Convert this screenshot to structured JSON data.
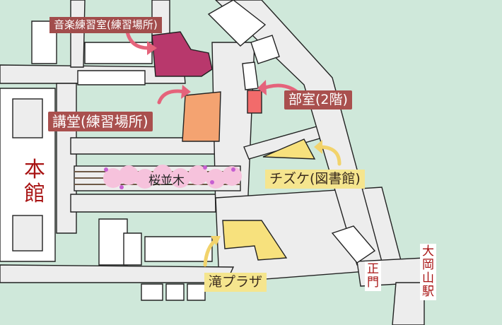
{
  "map": {
    "colors": {
      "background": "#cfe8da",
      "road": "#ededed",
      "building": "#ffffff",
      "outline": "#222222",
      "music_room": "#b8386c",
      "auditorium": "#f4a371",
      "club_room": "#f26b6b",
      "yellow_building": "#f7e17d",
      "label_brown": "#a9504e",
      "label_yellow": "#f5e58e",
      "cherry": "#f6c2dc",
      "station_text": "#a81313"
    },
    "icons": [
      "curved-arrow-icon",
      "cherry-blossom-icon"
    ]
  },
  "labels": {
    "music_room": "音楽練習室(練習場所)",
    "auditorium": "講堂(練習場所)",
    "club_room": "部室(2階)",
    "honkan": "本館",
    "sakura": "桜並木",
    "chizuke": "チズケ(図書館)",
    "taki_plaza": "滝プラザ",
    "main_gate": "正門",
    "station": "大岡山駅"
  }
}
